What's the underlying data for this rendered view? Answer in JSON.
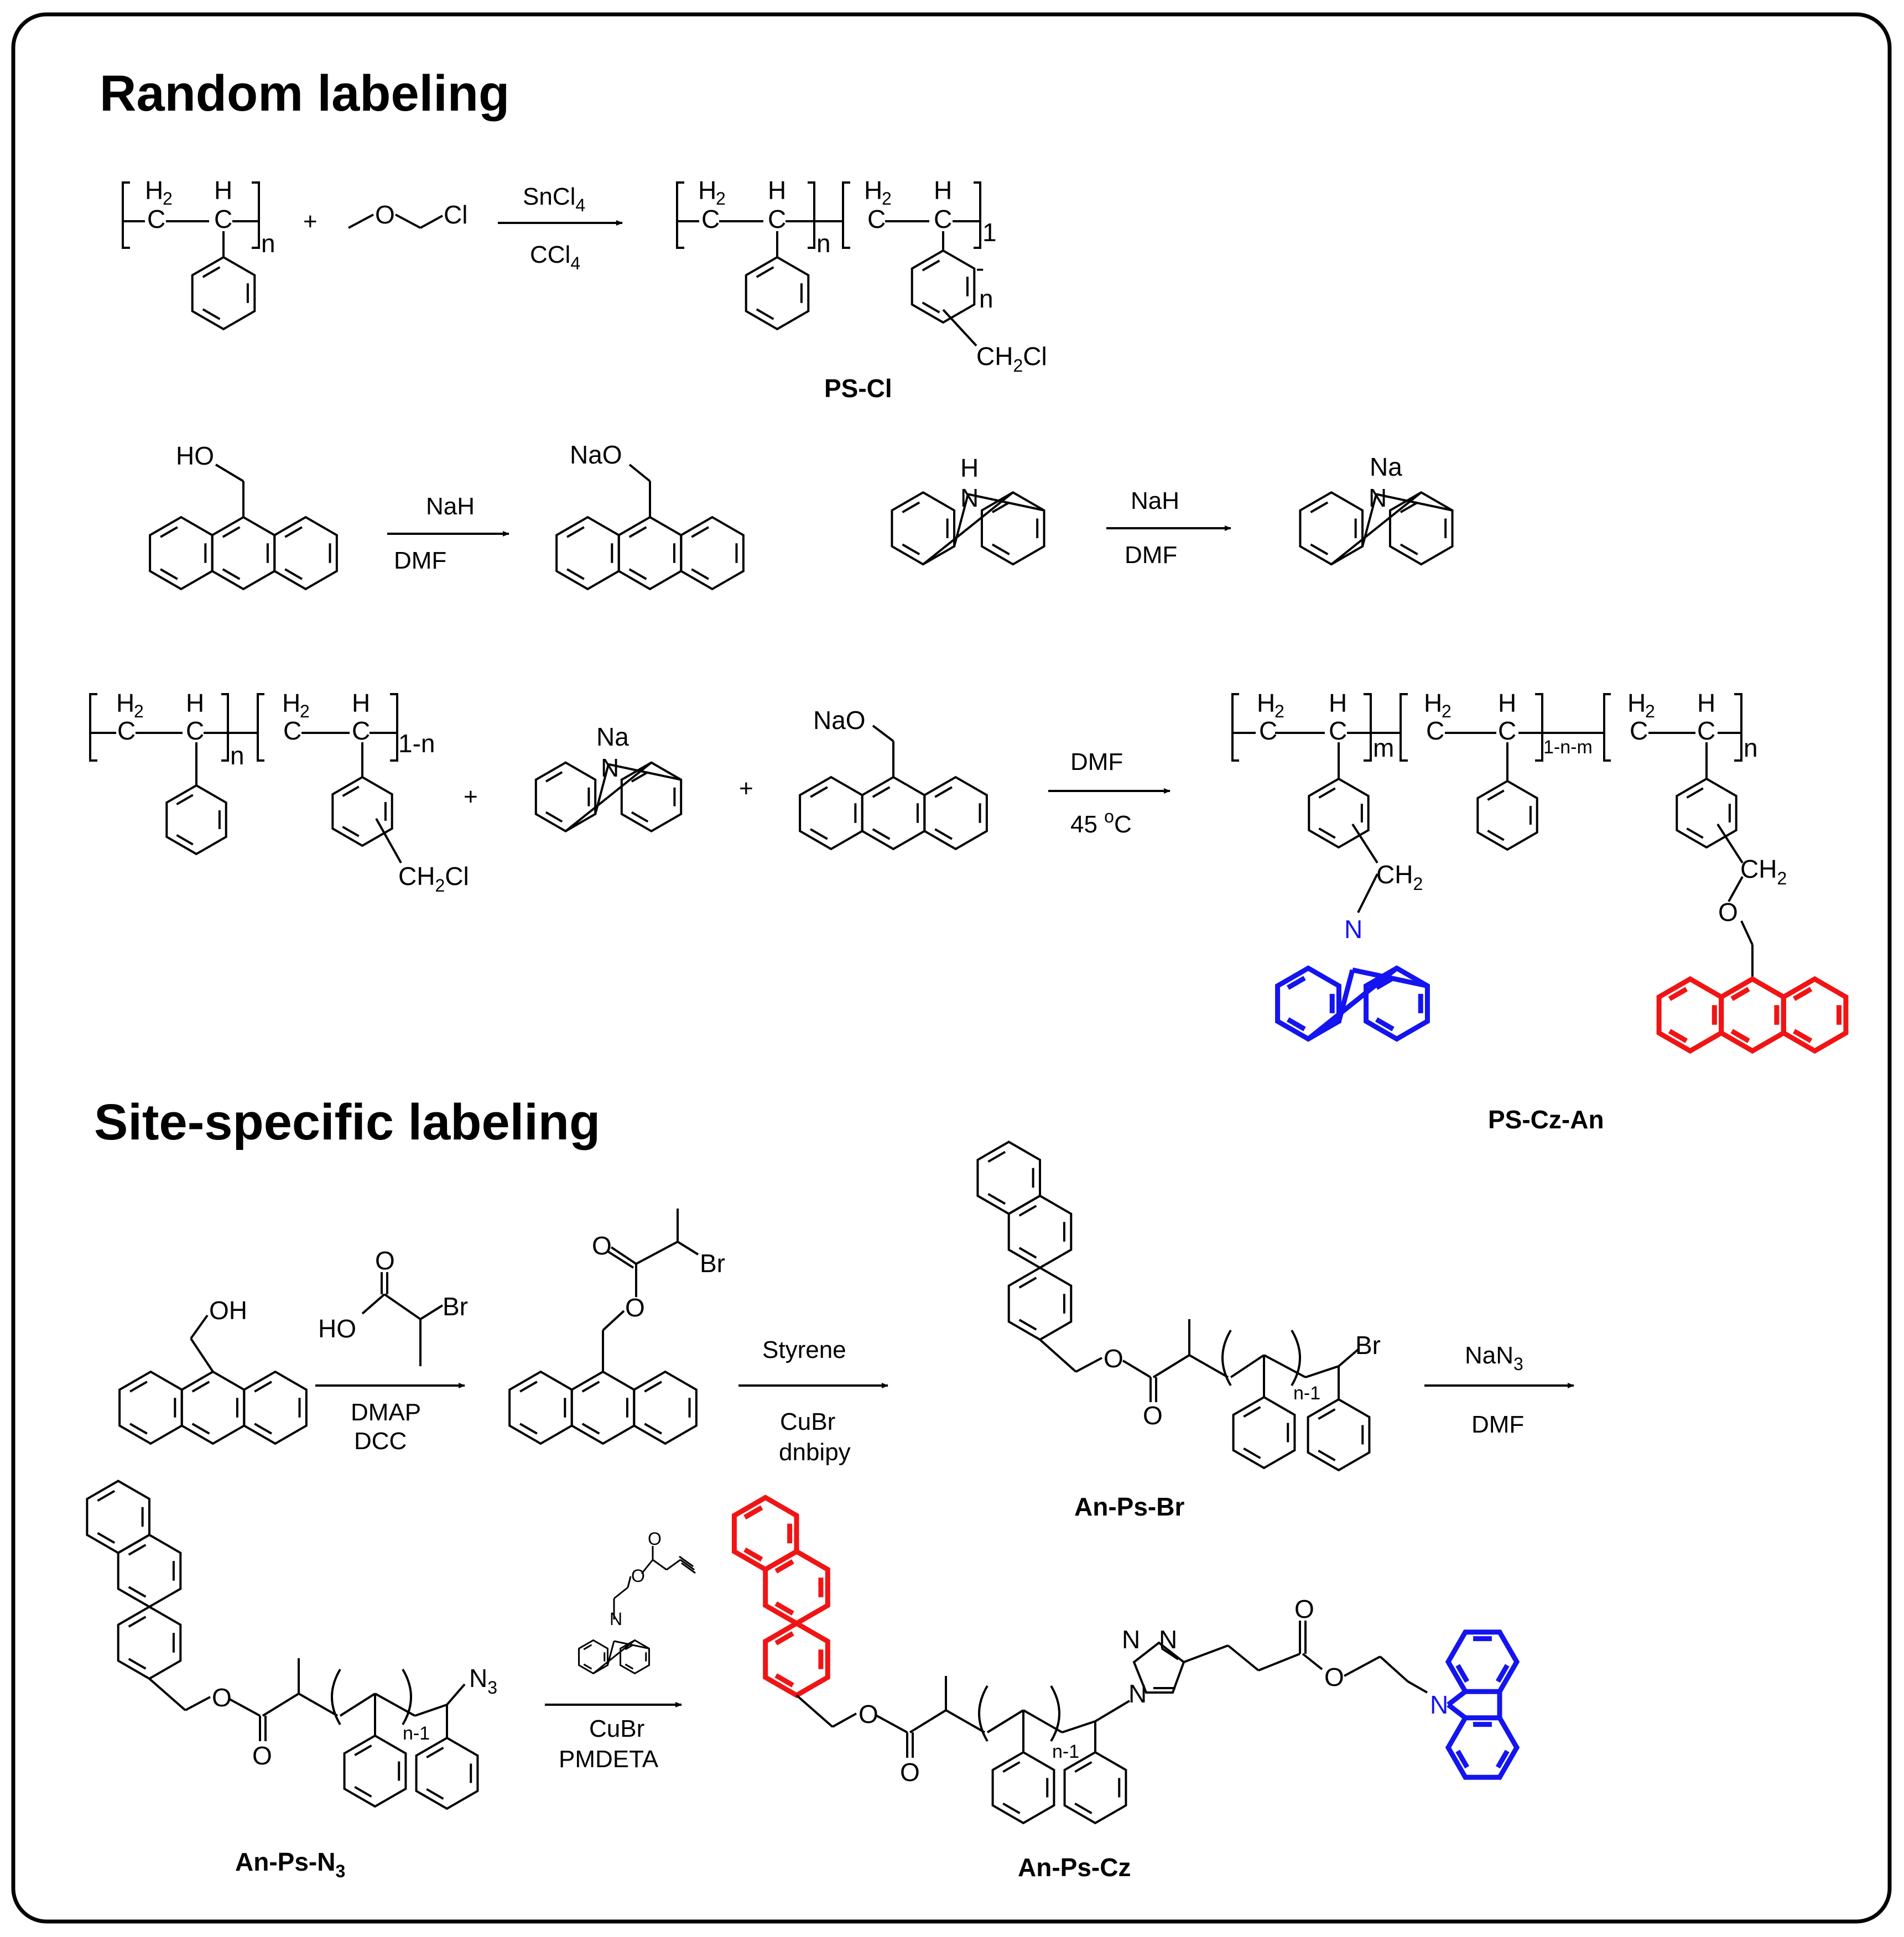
{
  "sections": {
    "random": "Random labeling",
    "site": "Site-specific labeling"
  },
  "colors": {
    "carbazole": "#1414f0",
    "anthracene": "#f01414",
    "ink": "#000000"
  },
  "texts": {
    "H": "H",
    "C": "C",
    "N": "N",
    "O": "O",
    "Na": "Na",
    "Br": "Br",
    "H2": "H",
    "two": "2",
    "three": "3",
    "four": "4",
    "one": "1",
    "n": "n",
    "m": "m",
    "n1": "n-1",
    "one_minus_n": "1-n",
    "one_nm": "1-n-m",
    "plus": "+",
    "Cl_atom": "Cl",
    "CH2": "CH",
    "CH2Cl_a": "CH",
    "CH2Cl_b": "Cl",
    "HO": "HO",
    "NaO": "NaO",
    "OH": "OH",
    "N3_N": "N",
    "minus": "-",
    "deg": "o",
    "C_unit": "C"
  },
  "reagents": {
    "r1_top": "SnCl",
    "r1_bot": "CCl",
    "r2_top": "NaH",
    "r2_bot": "DMF",
    "r3_top": "NaH",
    "r3_bot": "DMF",
    "r4_top": "DMF",
    "r4_bot": "45 ",
    "r5_bot1": "DMAP",
    "r5_bot2": "DCC",
    "r6_top": "Styrene",
    "r6_bot1": "CuBr",
    "r6_bot2": "dnbipy",
    "r7_top": "NaN",
    "r7_bot": "DMF",
    "r8_bot1": "CuBr",
    "r8_bot2": "PMDETA"
  },
  "compounds": {
    "ps_cl": "PS-Cl",
    "ps_cz_an": "PS-Cz-An",
    "an_ps_br": "An-Ps-Br",
    "an_ps_n3": "An-Ps-N",
    "an_ps_cz": "An-Ps-Cz"
  }
}
